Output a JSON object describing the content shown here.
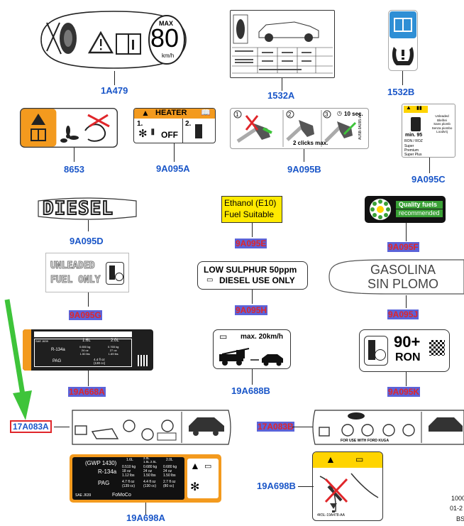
{
  "labels": {
    "l1a479": "1A479",
    "l1532a": "1532A",
    "l1532b": "1532B",
    "l8653": "8653",
    "l9a095a": "9A095A",
    "l9a095b": "9A095B",
    "l9a095c": "9A095C",
    "l9a095d": "9A095D",
    "l9a095e": "9A095E",
    "l9a095f": "9A095F",
    "l9a095g": "9A095G",
    "l9a095h": "9A095H",
    "l9a095j": "9A095J",
    "l19a668a": "19A668A",
    "l19a688b": "19A688B",
    "l9a095k": "9A095K",
    "l17a083a": "17A083A",
    "l17a083b": "17A083B",
    "l19a698b": "19A698B",
    "l19a698a": "19A698A"
  },
  "decals": {
    "speed_max": "MAX",
    "speed_value": "80",
    "speed_unit": "km/h",
    "heater_title": "HEATER",
    "heater_step1": "1.",
    "heater_off": "OFF",
    "heater_step2": "2.",
    "clicks_max": "2 clicks max.",
    "ten_sec": "10 sec.",
    "diesel": "DIESEL",
    "ethanol_line1": "Ethanol (E10)",
    "ethanol_line2": "Fuel Suitable",
    "quality_line1": "Quality fuels",
    "quality_line2": "recommended",
    "unleaded_line1": "UNLEADED",
    "unleaded_line2": "FUEL ONLY",
    "low_sulphur": "LOW SULPHUR 50ppm",
    "diesel_use_only": "DIESEL USE ONLY",
    "gasolina_line1": "GASOLINA",
    "gasolina_line2": "SIN PLOMO",
    "max_tow": "max. 20km/h",
    "ron_value": "90+",
    "ron_unit": "RON",
    "min95": "min. 95",
    "ron_roz": "RON / ROZ",
    "fuel_list": [
      "Unleaded",
      "Bleifrei",
      "Sans plomb",
      "Senza piombo",
      "Loodvrij",
      "Super",
      "Premium",
      "Super Plus"
    ],
    "ac_gwp": "(GWP 1430)",
    "ac_r134a": "R-134a",
    "ac_pag": "PAG",
    "ac_fomoco": "FoMoCo",
    "ac_sae": "SAE J639",
    "ac_cols": [
      "1.6L",
      "2.0L\n1.5L 2.5L",
      "2.0L"
    ],
    "ac_vals1": [
      "0.510 kg\n18 oz\n1.12 lbs",
      "0.680 kg\n24 oz\n1.50 lbs",
      "0.680 kg\n24 oz\n1.50 lbs"
    ],
    "ac_vals2": [
      "4.7 fl oz\n(139 cc)",
      "4.4 fl oz\n(130 cc)",
      "2.7 fl oz\n(80 cc)"
    ],
    "ac_small_cols": [
      "1.6L",
      "2.0L"
    ],
    "ac_small_vals": [
      "0.650 kg\n24 oz\n1.50 lbs",
      "0.765 kg\n27 oz\n1.69 lbs"
    ],
    "ac_small_pag": "4.4 fl oz\n(130 cc)",
    "kuga_text": "FOR USE WITH FORD KUGA",
    "corner_lines": [
      "1000",
      "01-2",
      "BS"
    ]
  },
  "colors": {
    "label_blue": "#1a56c8",
    "warning_orange": "#f39a1e",
    "warning_yellow": "#ffd400",
    "arrow_green": "#3ec43a",
    "dark_panel": "#1f1f1f"
  }
}
